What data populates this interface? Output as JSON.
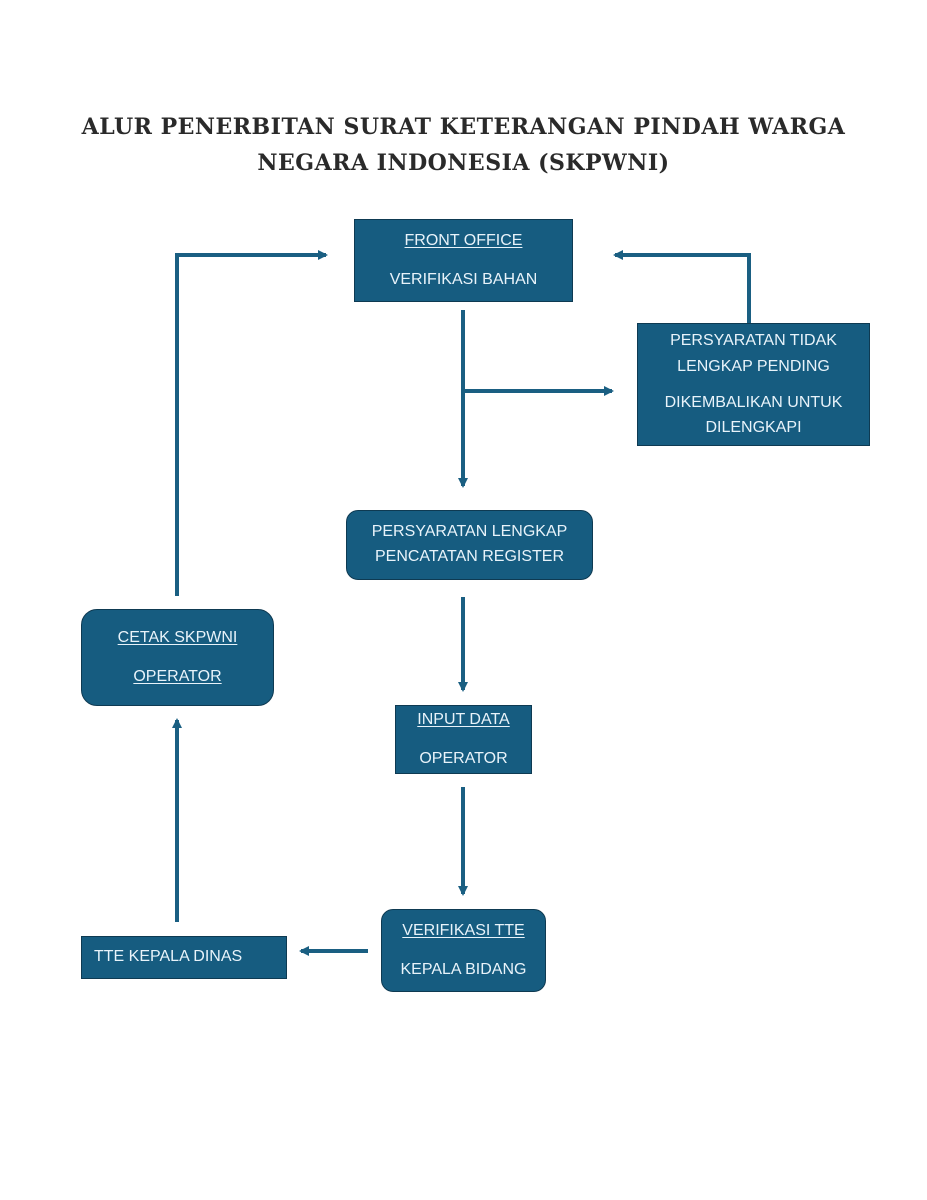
{
  "title": {
    "line1": "ALUR PENERBITAN SURAT KETERANGAN PINDAH WARGA",
    "line2": "NEGARA INDONESIA (SKPWNI)"
  },
  "colors": {
    "box_fill": "#165c80",
    "box_border": "#0e3a52",
    "box_text": "#e8f3fa",
    "arrow": "#1a5f82"
  },
  "nodes": {
    "front_office": {
      "heading": "FRONT OFFICE",
      "sub": "VERIFIKASI BAHAN"
    },
    "pending": {
      "line1": "PERSYARATAN TIDAK",
      "line2": "LENGKAP PENDING",
      "line3": "DIKEMBALIKAN UNTUK",
      "line4": "DILENGKAPI"
    },
    "lengkap": {
      "line1": "PERSYARATAN LENGKAP",
      "line2": "PENCATATAN REGISTER"
    },
    "input_data": {
      "heading": "INPUT DATA",
      "sub": "OPERATOR"
    },
    "verifikasi_tte": {
      "heading": "VERIFIKASI TTE",
      "sub": "KEPALA BIDANG"
    },
    "tte_kepala_dinas": {
      "label": "TTE KEPALA DINAS"
    },
    "cetak": {
      "heading": "CETAK SKPWNI",
      "sub": "OPERATOR"
    }
  },
  "edges": [
    {
      "from": "front_office",
      "to": "lengkap"
    },
    {
      "from": "front_office",
      "to": "pending"
    },
    {
      "from": "pending",
      "to": "front_office"
    },
    {
      "from": "lengkap",
      "to": "input_data"
    },
    {
      "from": "input_data",
      "to": "verifikasi_tte"
    },
    {
      "from": "verifikasi_tte",
      "to": "tte_kepala_dinas"
    },
    {
      "from": "tte_kepala_dinas",
      "to": "cetak"
    },
    {
      "from": "cetak",
      "to": "front_office"
    }
  ]
}
